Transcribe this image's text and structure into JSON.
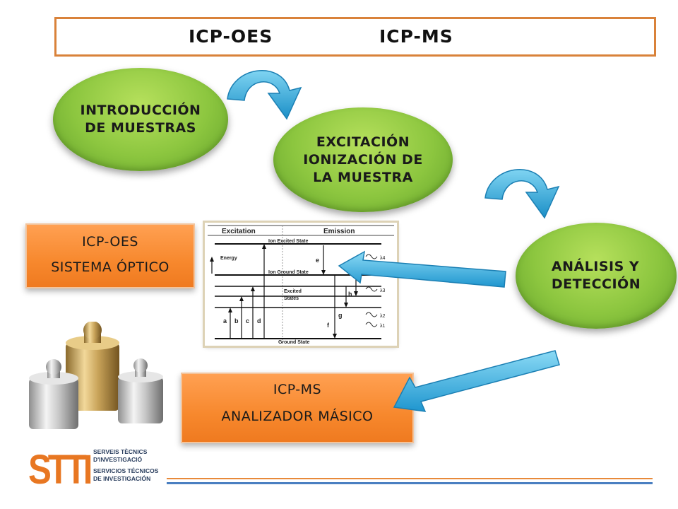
{
  "header": {
    "title_left": "ICP-OES",
    "title_right": "ICP-MS"
  },
  "flow": {
    "step1": "INTRODUCCIÓN\nDE MUESTRAS",
    "step2": "EXCITACIÓN\nIONIZACIÓN DE\nLA MUESTRA",
    "step3": "ANÁLISIS Y\nDETECCIÓN"
  },
  "oes_box": {
    "line1": "ICP-OES",
    "line2": "SISTEMA ÓPTICO"
  },
  "ms_box": {
    "line1": "ICP-MS",
    "line2": "ANALIZADOR MÁSICO"
  },
  "energy_diagram": {
    "col_excitation": "Excitation",
    "col_emission": "Emission",
    "ion_excited": "Ion Excited State",
    "energy": "Energy",
    "ion_ground": "Ion Ground State",
    "excited_1": "Excited",
    "excited_2": "States",
    "ground": "Ground State",
    "a": "a",
    "b": "b",
    "c": "c",
    "d": "d",
    "e": "e",
    "f": "f",
    "g": "g",
    "h": "h",
    "l4": "λ4",
    "l3": "λ3",
    "l2": "λ2",
    "l1": "λ1"
  },
  "logo": {
    "mark": "STTI",
    "line1": "SERVEIS TÈCNICS",
    "line2": "D'INVESTIGACIÓ",
    "line3": "SERVICIOS TÉCNICOS",
    "line4": "DE INVESTIGACIÓN"
  },
  "colors": {
    "accent_orange": "#d9823a",
    "ellipse_green": "#8cc63f",
    "box_orange": "#f7882d",
    "arrow_blue": "#3ab5e0",
    "footer_blue": "#4a7fc1"
  }
}
